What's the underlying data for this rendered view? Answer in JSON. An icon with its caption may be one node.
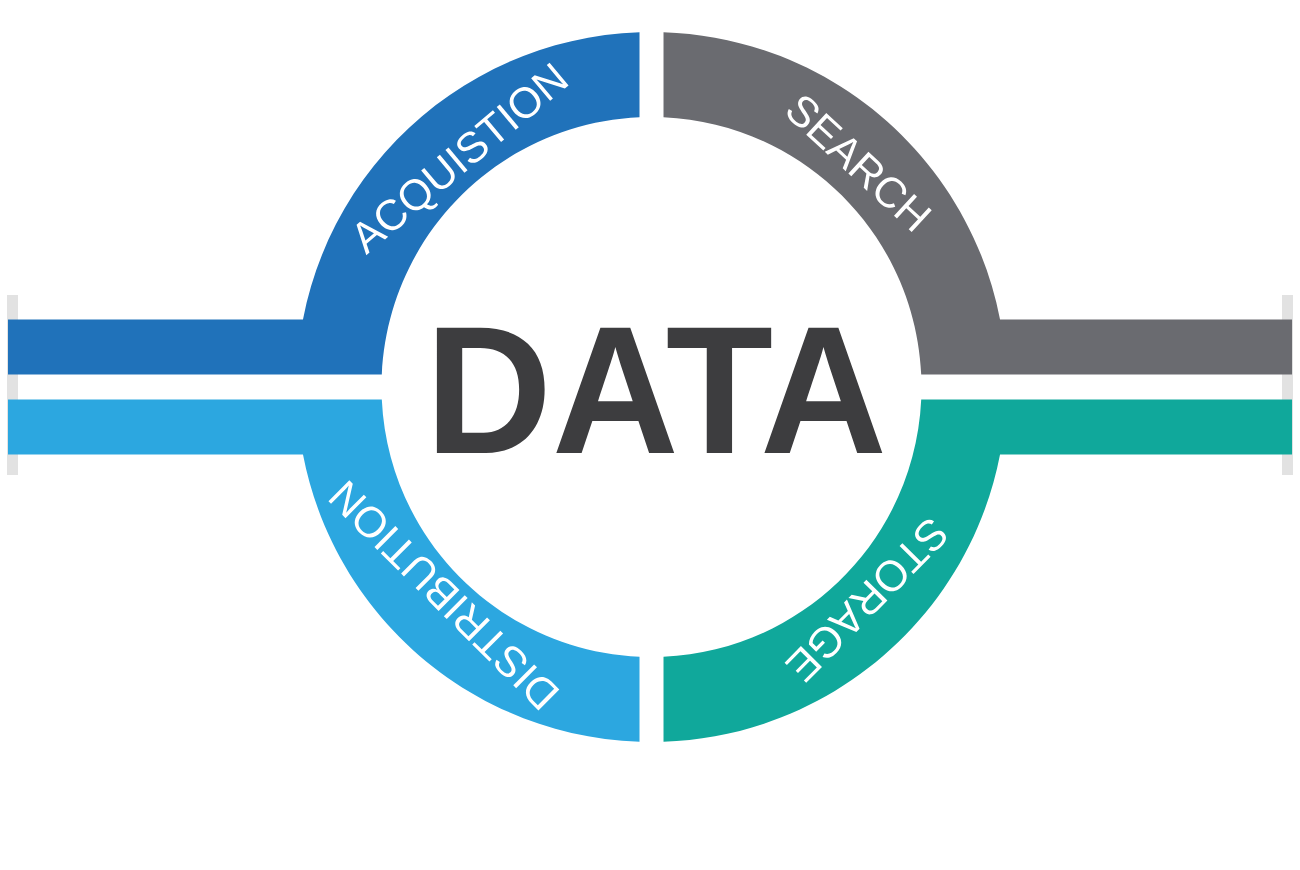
{
  "diagram": {
    "nodes": [
      {
        "text": [
          "ACQUISTION"
        ]
      },
      {
        "text": [
          "SEARCH"
        ]
      },
      {
        "text": [
          "DISTRIBUTION"
        ]
      },
      {
        "text": [
          "STORAGE"
        ]
      }
    ],
    "labels": [
      "DATA"
    ]
  }
}
